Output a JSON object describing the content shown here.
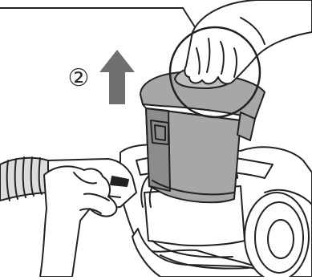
{
  "figure": {
    "step_number": "②",
    "colors": {
      "outline": "#222222",
      "canister": "#a7a7a7",
      "canister_dark": "#8c8c8c",
      "arrow": "#6f6f6f",
      "body": "#ffffff",
      "hose": "#dcdcdc",
      "skin": "#ffffff"
    },
    "icons": [
      "up-arrow-icon",
      "detail-callout-circle",
      "vacuum-cleaner-illustration"
    ]
  }
}
